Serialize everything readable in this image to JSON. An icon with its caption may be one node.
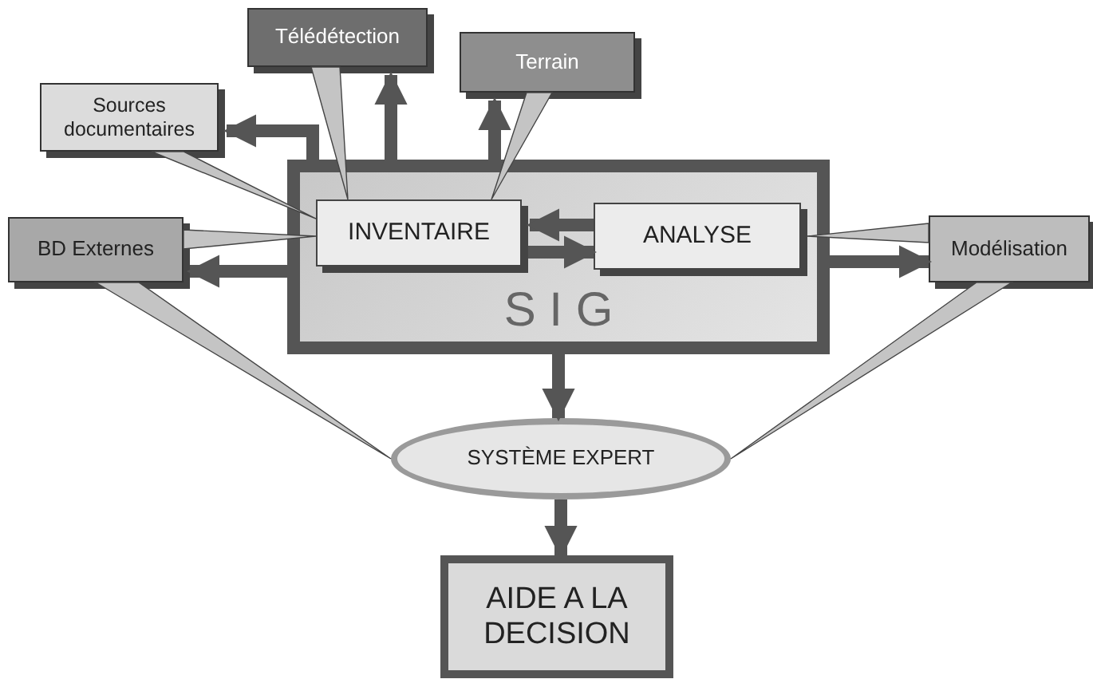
{
  "diagram": {
    "nodes": [
      {
        "text": [
          "S I G"
        ]
      },
      {
        "text": [
          "Télédétection"
        ]
      },
      {
        "text": [
          "Terrain"
        ]
      },
      {
        "text": [
          "Sources documentaires"
        ]
      },
      {
        "text": [
          "BD Externes"
        ]
      },
      {
        "text": [
          "INVENTAIRE"
        ],
        "in": 0
      },
      {
        "text": [
          "ANALYSE"
        ],
        "in": 0
      },
      {
        "text": [
          "Modélisation"
        ]
      },
      {
        "text": [
          "SYSTÈME EXPERT"
        ]
      },
      {
        "text": [
          "AIDE A LA DECISION"
        ]
      }
    ],
    "edges": [
      {
        "from": 0,
        "to": 1,
        "arrow": "to"
      },
      {
        "from": 0,
        "to": 2,
        "arrow": "to"
      },
      {
        "from": 0,
        "to": 3,
        "arrow": "to"
      },
      {
        "from": 0,
        "to": 4,
        "arrow": "to"
      },
      {
        "from": 6,
        "to": 5,
        "arrow": "to"
      },
      {
        "from": 5,
        "to": 6,
        "arrow": "to"
      },
      {
        "from": 0,
        "to": 7,
        "arrow": "to"
      },
      {
        "from": 0,
        "to": 8,
        "arrow": "to"
      },
      {
        "from": 8,
        "to": 9,
        "arrow": "to"
      },
      {
        "from": 1,
        "to": 5,
        "arrow": "none"
      },
      {
        "from": 2,
        "to": 5,
        "arrow": "none"
      },
      {
        "from": 3,
        "to": 5,
        "arrow": "none"
      },
      {
        "from": 4,
        "to": 5,
        "arrow": "none"
      },
      {
        "from": 7,
        "to": 6,
        "arrow": "none"
      },
      {
        "from": 4,
        "to": 8,
        "arrow": "none"
      },
      {
        "from": 7,
        "to": 8,
        "arrow": "none"
      }
    ]
  }
}
